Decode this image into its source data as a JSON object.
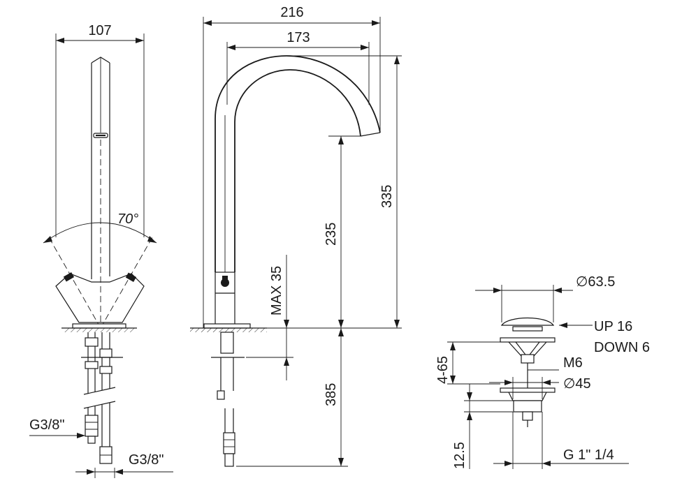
{
  "left_view": {
    "width_dim": "107",
    "swing_angle": "70°",
    "inlet_thread_left": "G3/8\"",
    "inlet_thread_right": "G3/8\""
  },
  "side_view": {
    "overall_reach": "216",
    "spout_reach": "173",
    "total_height": "335",
    "spout_height": "235",
    "max_deck_thickness": "MAX 35",
    "hose_length": "385"
  },
  "waste_view": {
    "cap_diameter": "∅63.5",
    "up_travel": "UP 16",
    "down_travel": "DOWN 6",
    "adjust_range": "4-65",
    "rod_thread": "M6",
    "body_diameter": "∅45",
    "lower_height": "12.5",
    "outlet_thread": "G 1\" 1/4"
  }
}
